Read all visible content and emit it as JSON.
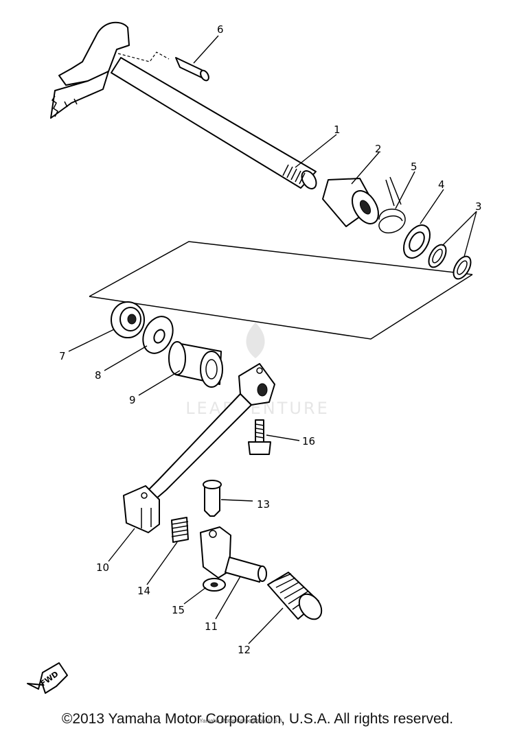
{
  "callouts": [
    "1",
    "2",
    "3",
    "4",
    "5",
    "6",
    "7",
    "8",
    "9",
    "10",
    "11",
    "12",
    "13",
    "14",
    "15",
    "16"
  ],
  "fwd_label": "FWD",
  "watermark": "LEADVENTURE",
  "copyright": "©2013 Yamaha Motor Corporation, U.S.A. All rights reserved.",
  "subline": "Yamaha Motor Corporation, U.S.A."
}
